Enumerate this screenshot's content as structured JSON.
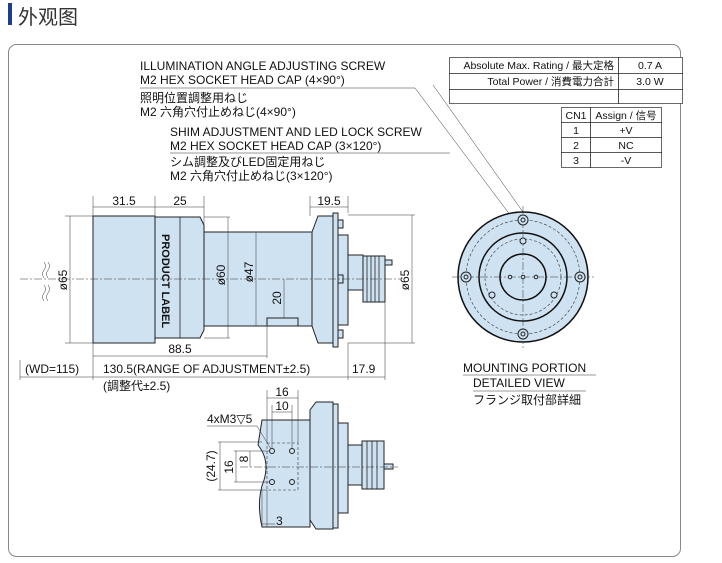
{
  "header": {
    "title": "外观图"
  },
  "callouts": {
    "illum_en1": "ILLUMINATION ANGLE ADJUSTING SCREW",
    "illum_en2": "M2 HEX SOCKET HEAD CAP (4×90°)",
    "illum_jp1": "照明位置調整用ねじ",
    "illum_jp2": "M2 六角穴付止めねじ(4×90°)",
    "shim_en1": "SHIM ADJUSTMENT AND LED LOCK SCREW",
    "shim_en2": "M2 HEX SOCKET HEAD CAP (3×120°)",
    "shim_jp1": "シム調整及びLED固定用ねじ",
    "shim_jp2": "M2 六角穴付止めねじ(3×120°)"
  },
  "rating_table": {
    "rows": [
      {
        "label": "Absolute Max. Rating / 最大定格",
        "value": "0.7 A"
      },
      {
        "label": "Total Power / 消費電力合計",
        "value": "3.0 W"
      },
      {
        "label": "",
        "value": ""
      }
    ]
  },
  "pin_table": {
    "headers": [
      "CN1",
      "Assign / 信号"
    ],
    "rows": [
      [
        "1",
        "+V"
      ],
      [
        "2",
        "NC"
      ],
      [
        "3",
        "-V"
      ]
    ]
  },
  "side_view": {
    "dim_front": "31.5",
    "dim_label_sec": "25",
    "dim_flange": "19.5",
    "dia_left": "ø65",
    "dia_60": "ø60",
    "dia_47": "ø47",
    "dia_right": "ø65",
    "dim_20": "20",
    "dim_88": "88.5",
    "wd": "(WD=115)",
    "range": "130.5(RANGE OF ADJUSTMENT±2.5)",
    "range_jp": "(調整代±2.5)",
    "dim_179": "17.9",
    "product_label": "PRODUCT LABEL"
  },
  "bottom_view": {
    "dim_16h": "16",
    "dim_10": "10",
    "thread": "4xM3▽5",
    "dim_247": "(24.7)",
    "dim_16v": "16",
    "dim_8": "8",
    "dim_3": "3"
  },
  "mount_view": {
    "line1": "MOUNTING PORTION",
    "line2": "DETAILED VIEW",
    "line3": "フランジ取付部詳細"
  }
}
